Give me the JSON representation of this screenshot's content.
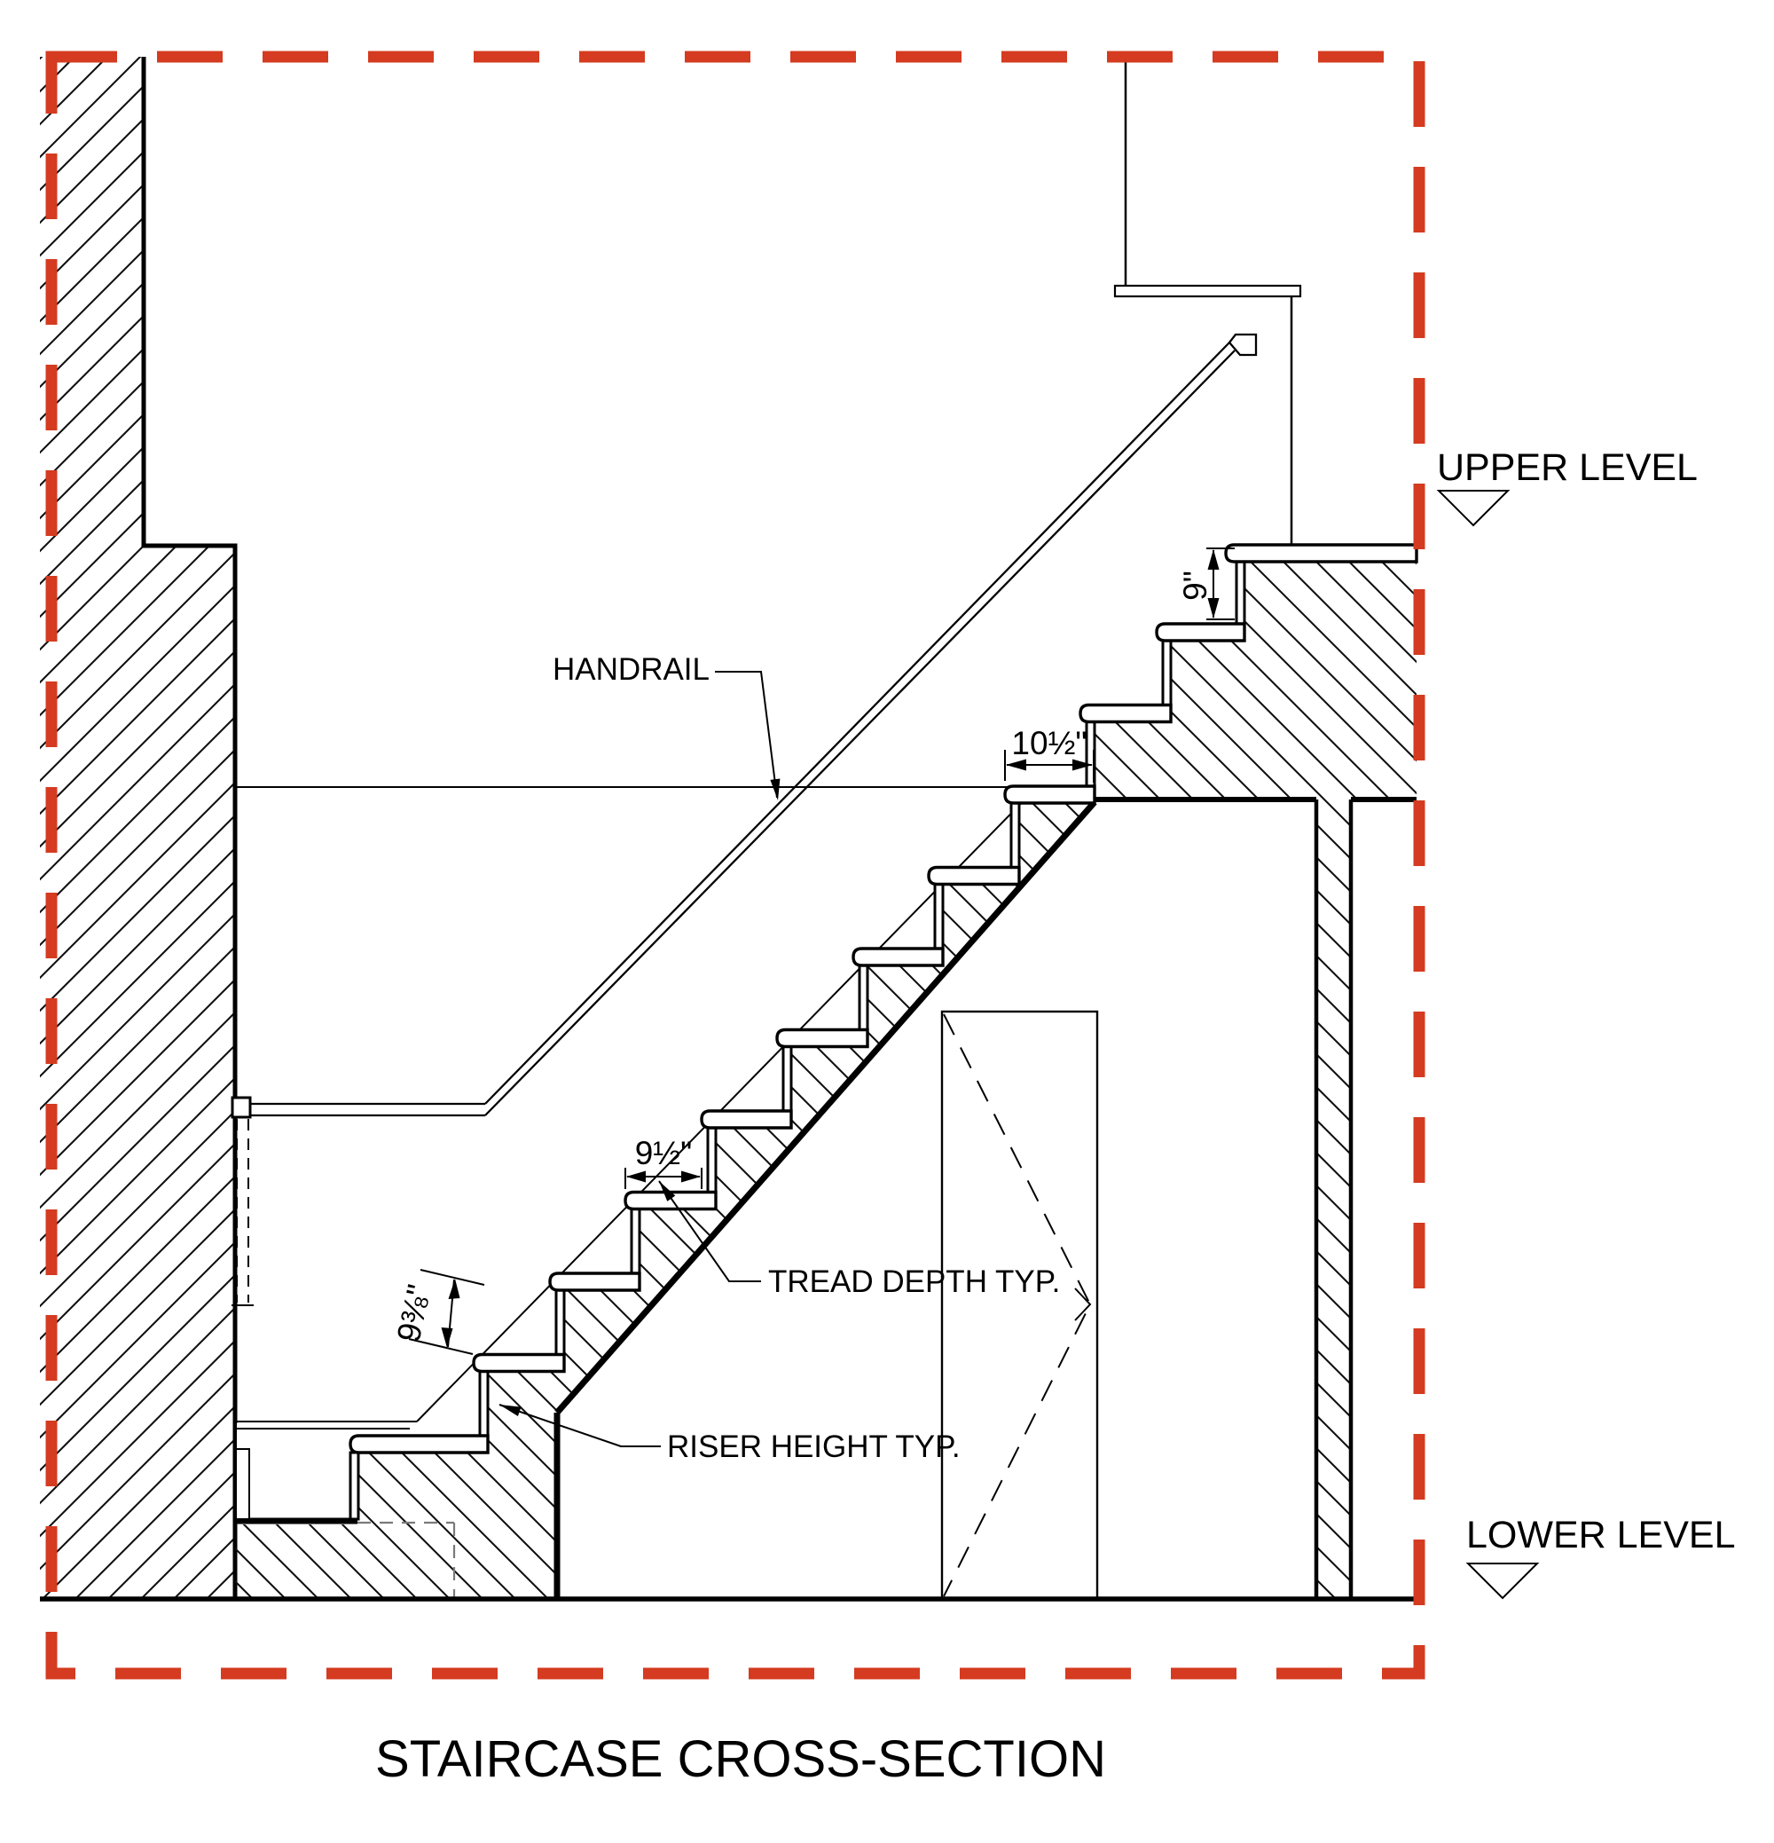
{
  "title": "STAIRCASE CROSS-SECTION",
  "levels": {
    "upper": "UPPER LEVEL",
    "lower": "LOWER LEVEL",
    "marker_icon": "level-datum-triangle-icon"
  },
  "labels": {
    "handrail": "HANDRAIL",
    "tread_depth": "TREAD DEPTH TYP.",
    "riser_height": "RISER HEIGHT TYP."
  },
  "dimensions": {
    "top_riser_height": "9\"",
    "top_tread_depth": "10½\"",
    "typical_tread_depth": "9½\"",
    "typical_riser_height": "9⅜\""
  },
  "colors": {
    "section_extent_marker": "#d43b20",
    "drawing_lines": "#000000",
    "hidden_lines": "#7a7a7a",
    "paper": "#ffffff"
  }
}
